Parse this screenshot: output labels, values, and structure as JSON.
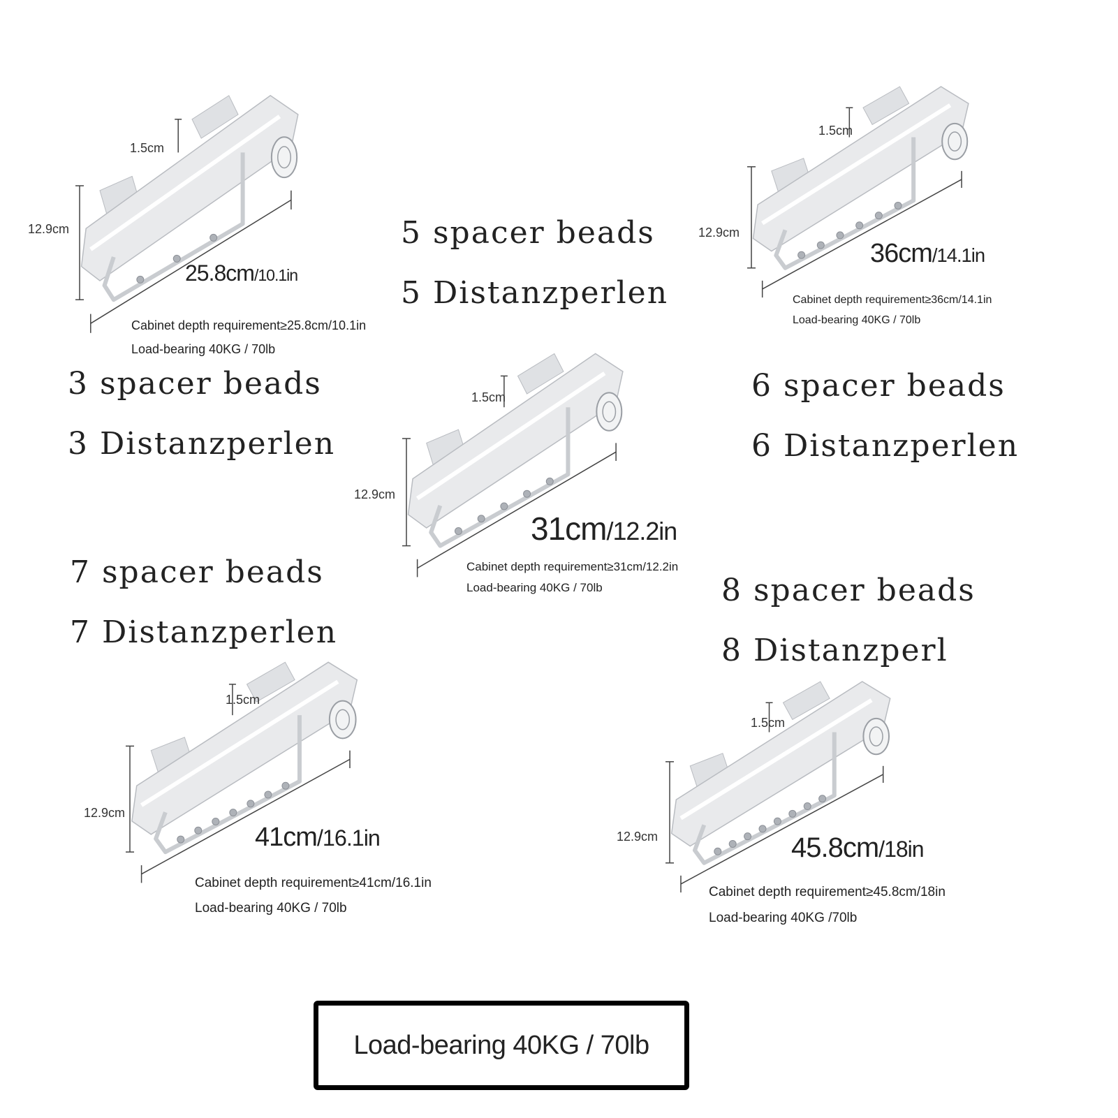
{
  "products": [
    {
      "height_label": "12.9cm",
      "gap_label": "1.5cm",
      "length_cm": "25.8cm",
      "length_in": "/10.1in",
      "depth_note": "Cabinet depth requirement≥25.8cm/10.1in",
      "load_note": "Load-bearing 40KG / 70lb",
      "beads_en": "3 spacer beads",
      "beads_de": "3 Distanzperlen",
      "bead_count": 3
    },
    {
      "height_label": "12.9cm",
      "gap_label": "1.5cm",
      "length_cm": "31cm",
      "length_in": "/12.2in",
      "depth_note": "Cabinet depth requirement≥31cm/12.2in",
      "load_note": "Load-bearing 40KG / 70lb",
      "beads_en": "5 spacer beads",
      "beads_de": "5 Distanzperlen",
      "bead_count": 5
    },
    {
      "height_label": "12.9cm",
      "gap_label": "1.5cm",
      "length_cm": "36cm",
      "length_in": "/14.1in",
      "depth_note": "Cabinet depth requirement≥36cm/14.1in",
      "load_note": "Load-bearing 40KG / 70lb",
      "beads_en": "6 spacer beads",
      "beads_de": "6 Distanzperlen",
      "bead_count": 6
    },
    {
      "height_label": "12.9cm",
      "gap_label": "1.5cm",
      "length_cm": "41cm",
      "length_in": "/16.1in",
      "depth_note": "Cabinet depth requirement≥41cm/16.1in",
      "load_note": "Load-bearing 40KG / 70lb",
      "beads_en": "7 spacer beads",
      "beads_de": "7 Distanzperlen",
      "bead_count": 7
    },
    {
      "height_label": "12.9cm",
      "gap_label": "1.5cm",
      "length_cm": "45.8cm",
      "length_in": "/18in",
      "depth_note": "Cabinet depth requirement≥45.8cm/18in",
      "load_note": "Load-bearing 40KG /70lb",
      "beads_en": "8 spacer beads",
      "beads_de": "8 Distanzperl",
      "bead_count": 8
    }
  ],
  "footer": {
    "load_label": "Load-bearing 40KG / 70lb"
  },
  "colors": {
    "rail": "#e9eaec",
    "rail_edge": "#b9bcc1",
    "line": "#444444",
    "text": "#222222",
    "box_border": "#000000"
  }
}
